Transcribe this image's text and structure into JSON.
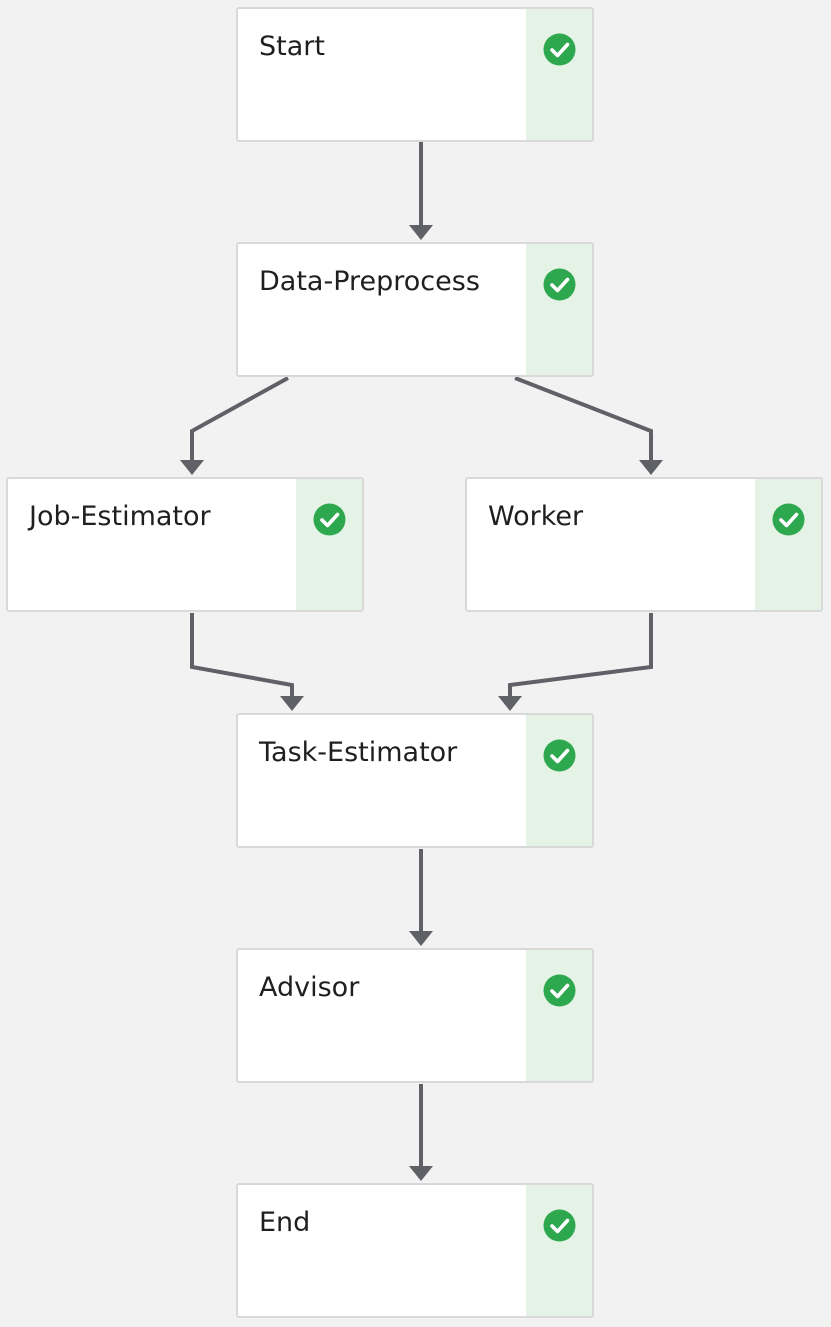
{
  "diagram": {
    "nodes": [
      {
        "id": "start",
        "label": "Start",
        "status": "succeeded",
        "status_icon": "check-circle-icon"
      },
      {
        "id": "data-preprocess",
        "label": "Data-Preprocess",
        "status": "succeeded",
        "status_icon": "check-circle-icon"
      },
      {
        "id": "job-estimator",
        "label": "Job-Estimator",
        "status": "succeeded",
        "status_icon": "check-circle-icon"
      },
      {
        "id": "worker",
        "label": "Worker",
        "status": "succeeded",
        "status_icon": "check-circle-icon"
      },
      {
        "id": "task-estimator",
        "label": "Task-Estimator",
        "status": "succeeded",
        "status_icon": "check-circle-icon"
      },
      {
        "id": "advisor",
        "label": "Advisor",
        "status": "succeeded",
        "status_icon": "check-circle-icon"
      },
      {
        "id": "end",
        "label": "End",
        "status": "succeeded",
        "status_icon": "check-circle-icon"
      }
    ],
    "edges": [
      {
        "from": "start",
        "to": "data-preprocess"
      },
      {
        "from": "data-preprocess",
        "to": "job-estimator"
      },
      {
        "from": "data-preprocess",
        "to": "worker"
      },
      {
        "from": "job-estimator",
        "to": "task-estimator"
      },
      {
        "from": "worker",
        "to": "task-estimator"
      },
      {
        "from": "task-estimator",
        "to": "advisor"
      },
      {
        "from": "advisor",
        "to": "end"
      }
    ],
    "colors": {
      "background": "#f2f2f2",
      "node_fill": "#ffffff",
      "node_border": "#d9d9d9",
      "status_panel": "#e5f2e6",
      "success": "#2ea84f",
      "edge": "#5f6166",
      "text": "#1f1f1f"
    }
  }
}
